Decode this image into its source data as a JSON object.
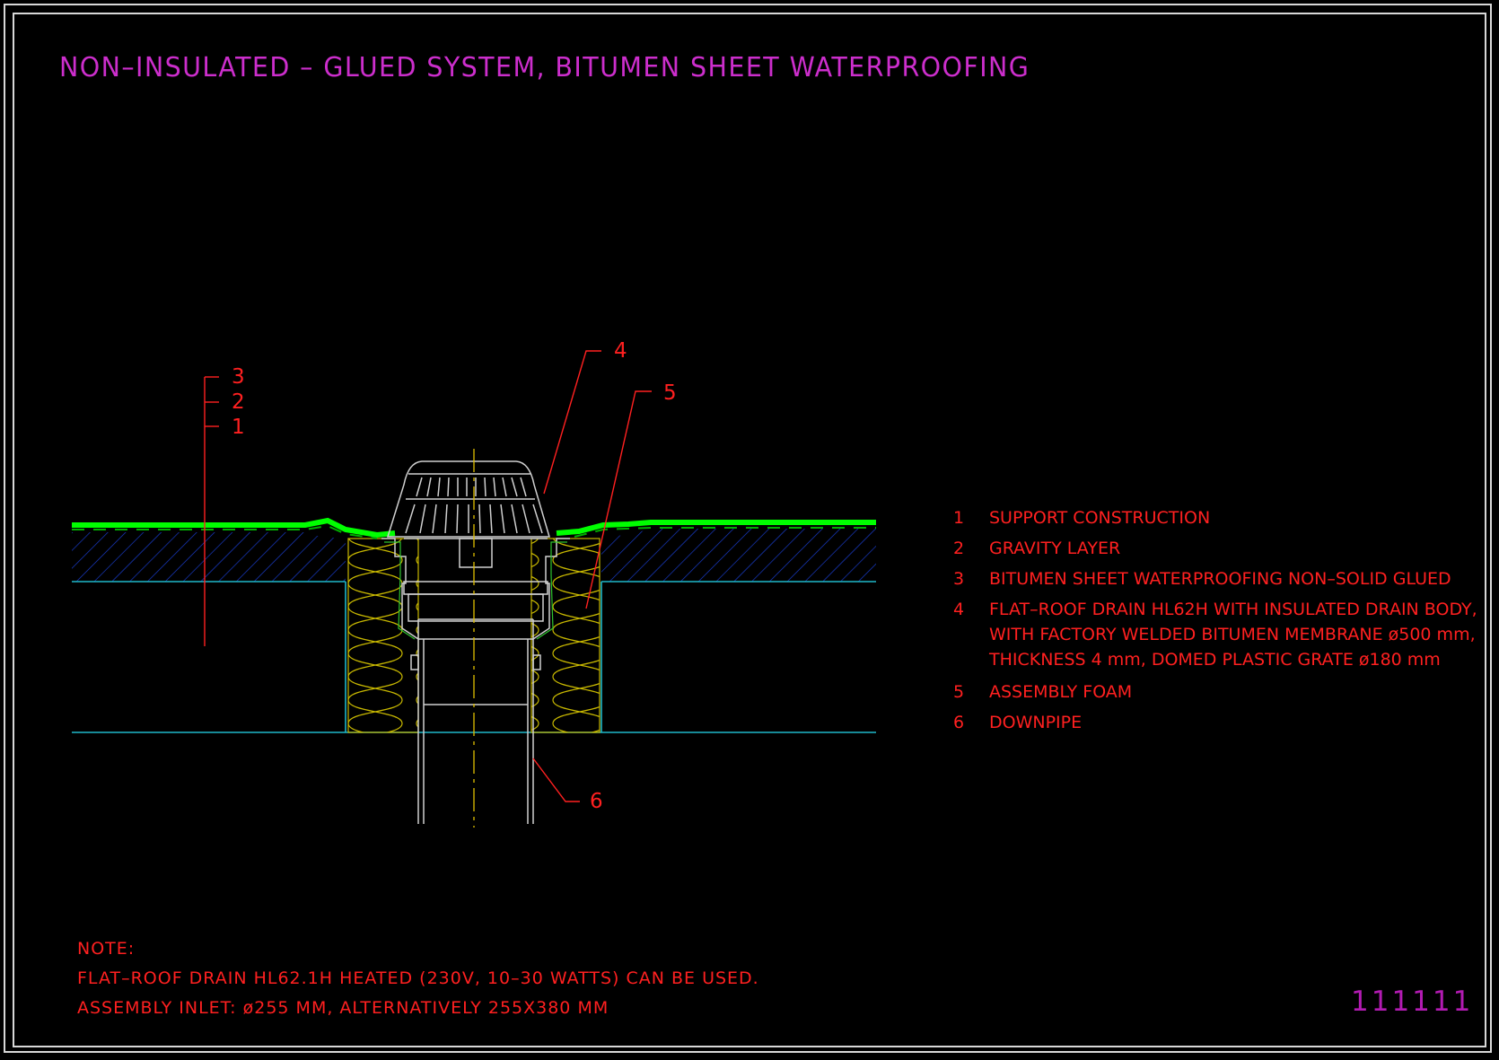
{
  "title": "NON–INSULATED – GLUED SYSTEM, BITUMEN SHEET WATERPROOFING",
  "callouts": {
    "c1": "1",
    "c2": "2",
    "c3": "3",
    "c4": "4",
    "c5": "5",
    "c6": "6"
  },
  "legend": [
    {
      "num": "1",
      "lines": [
        "SUPPORT CONSTRUCTION"
      ]
    },
    {
      "num": "2",
      "lines": [
        "GRAVITY LAYER"
      ]
    },
    {
      "num": "3",
      "lines": [
        "BITUMEN SHEET WATERPROOFING NON–SOLID GLUED"
      ]
    },
    {
      "num": "4",
      "lines": [
        "FLAT–ROOF DRAIN HL62H WITH INSULATED DRAIN BODY,",
        "WITH FACTORY WELDED BITUMEN MEMBRANE ø500 mm,",
        "THICKNESS 4 mm, DOMED PLASTIC GRATE ø180 mm"
      ]
    },
    {
      "num": "5",
      "lines": [
        "ASSEMBLY FOAM"
      ]
    },
    {
      "num": "6",
      "lines": [
        "DOWNPIPE"
      ]
    }
  ],
  "note": {
    "heading": "NOTE:",
    "line1": "FLAT–ROOF DRAIN HL62.1H HEATED (230V, 10–30 WATTS) CAN BE USED.",
    "line2": "ASSEMBLY INLET: ø255 MM, ALTERNATIVELY 255X380 MM"
  },
  "drawing_number": "111111",
  "colors": {
    "background": "#000000",
    "title": "#cc2ecc",
    "annotation": "#ff2020",
    "membrane": "#00ff00",
    "hatch": "#1a3fd6",
    "structure": "#1fb7c9",
    "insulation": "#c8b800",
    "drain": "#d0d0d0",
    "axis": "#e0c000"
  }
}
